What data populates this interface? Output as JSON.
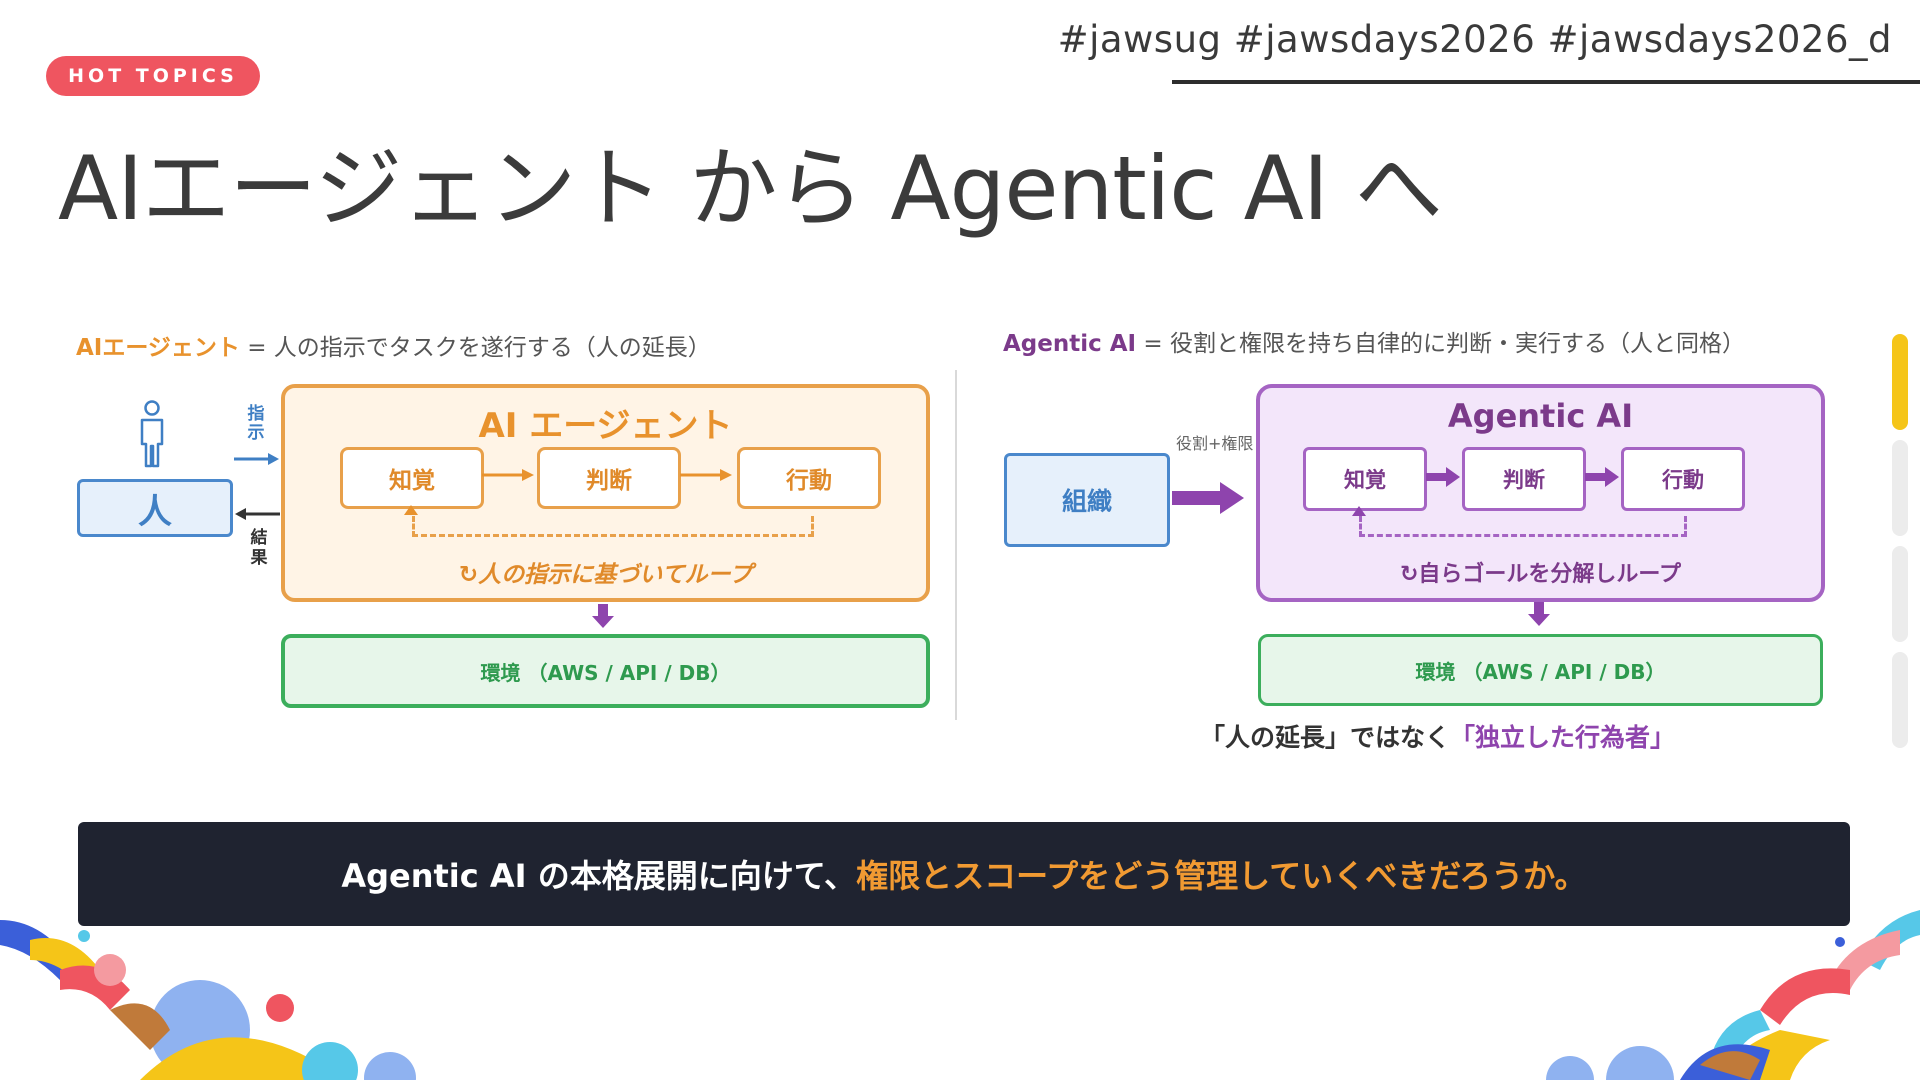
{
  "header": {
    "hashtags": "#jawsug #jawsdays2026 #jawsdays2026_d",
    "badge": "HOT TOPICS",
    "title": "AIエージェント から Agentic AI へ"
  },
  "left": {
    "caption_term": "AIエージェント",
    "caption_rest": " = 人の指示でタスクを遂行する（人の延長）",
    "person_label": "人",
    "instruction_label": "指示",
    "result_label": "結果",
    "panel_title": "AI エージェント",
    "steps": [
      "知覚",
      "判断",
      "行動"
    ],
    "loop_text": "↻人の指示に基づいてループ",
    "environment": "環境 （AWS / API / DB）"
  },
  "right": {
    "caption_term": "Agentic AI",
    "caption_rest": " = 役割と権限を持ち自律的に判断・実行する（人と同格）",
    "org_label": "組織",
    "role_label": "役割+権限",
    "panel_title": "Agentic AI",
    "steps": [
      "知覚",
      "判断",
      "行動"
    ],
    "loop_text": "↻自らゴールを分解しループ",
    "environment": "環境 （AWS / API / DB）",
    "tagline_pre": "「人の延長」ではなく",
    "tagline_emph": "「独立した行為者」"
  },
  "banner": {
    "text_white": "Agentic AI の本格展開に向けて、",
    "text_orange": "権限とスコープをどう管理していくべきだろうか。"
  },
  "colors": {
    "badge": "#ef5560",
    "orange": "#e8922d",
    "purple": "#7b3a8a",
    "green": "#2e9a4e",
    "blue": "#3f7fc4",
    "banner_bg": "#1f2330",
    "scroll_active": "#f5c518"
  },
  "icons": [
    "person-outline-icon",
    "arrow-right-icon",
    "arrow-left-icon",
    "arrow-down-icon",
    "loop-icon"
  ]
}
